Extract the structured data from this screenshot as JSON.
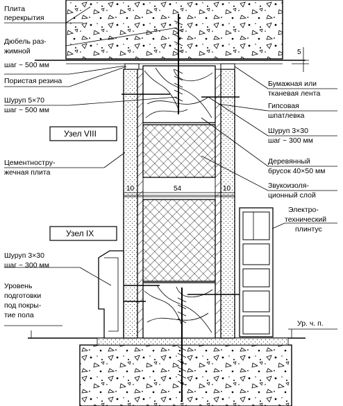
{
  "labels": {
    "slab": [
      "Плита",
      "перекрытия"
    ],
    "dowel": [
      "Дюбель раз-",
      "жимной",
      "шаг ~ 500 мм"
    ],
    "rubber": "Пористая резина",
    "screw_5x70": [
      "Шуруп 5×70",
      "шаг ~ 500 мм"
    ],
    "paper_tape": [
      "Бумажная или",
      "тканевая лента"
    ],
    "gypsum_putty": [
      "Гипсовая",
      "шпатлевка"
    ],
    "screw_3x30_top": [
      "Шуруп 3×30",
      "шаг ~ 300 мм"
    ],
    "wood_bar": [
      "Деревянный",
      "брусок 40×50 мм"
    ],
    "cement_board": [
      "Цементностру-",
      "жечная плита"
    ],
    "sound_insulation": [
      "Звукоизоля-",
      "ционный слой"
    ],
    "electro_plinth": [
      "Электро-",
      "технический",
      "плинтус"
    ],
    "screw_3x30_bottom": [
      "Шуруп 3×30",
      "шаг ~ 300 мм"
    ],
    "floor_level": [
      "Уровень",
      "подготовки",
      "под покры-",
      "тие пола"
    ],
    "clean_floor": "Ур. ч. п."
  },
  "nodes": {
    "upper": "Узел VIII",
    "lower": "Узел IX"
  },
  "dimensions": {
    "left": "10",
    "middle": "54",
    "right": "10",
    "gap": "5"
  }
}
